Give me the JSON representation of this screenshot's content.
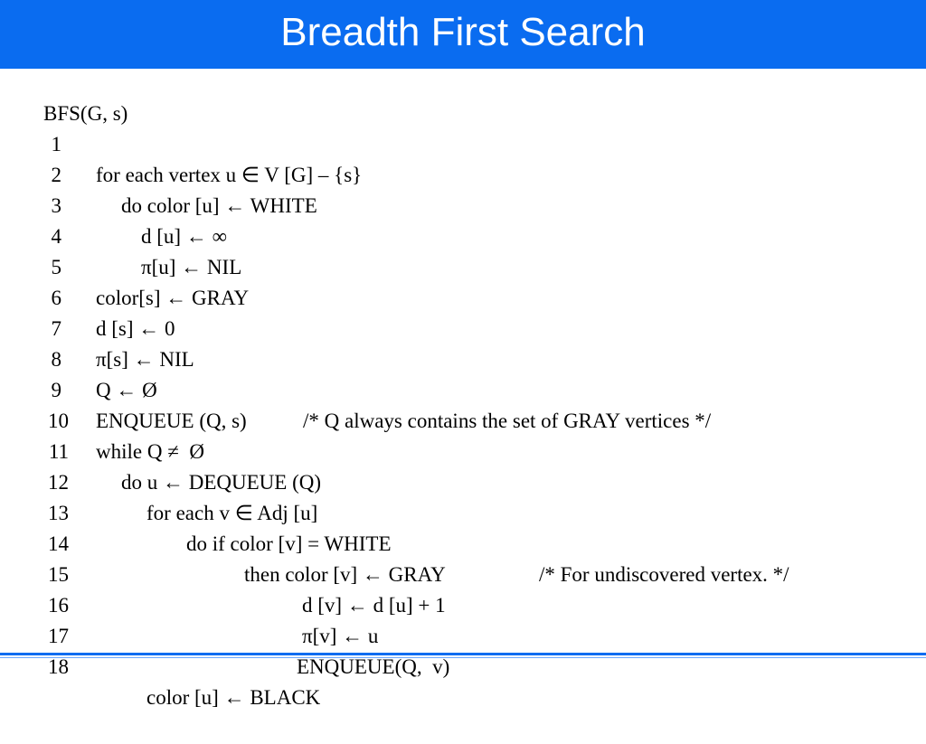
{
  "slide": {
    "title": "Breadth First Search",
    "colors": {
      "title_bar": "#0a6cf0",
      "title_text": "#ffffff",
      "rule": "#0a6cf0"
    }
  },
  "code": {
    "header": "BFS(G, s)",
    "lines": [
      {
        "num": "1",
        "text": "for each vertex u ∈ V [G] – {s}",
        "comment": ""
      },
      {
        "num": "2",
        "text": "do color [u] ← WHITE",
        "comment": ""
      },
      {
        "num": "3",
        "text": "d [u] ← ∞",
        "comment": ""
      },
      {
        "num": "4",
        "text": "π[u] ← NIL",
        "comment": ""
      },
      {
        "num": "5",
        "text": "color[s] ← GRAY",
        "comment": ""
      },
      {
        "num": "6",
        "text": "d [s] ← 0",
        "comment": ""
      },
      {
        "num": "7",
        "text": "π[s] ← NIL",
        "comment": ""
      },
      {
        "num": "8",
        "text": "Q ← Ø",
        "comment": "/* Q always contains the set of GRAY vertices */"
      },
      {
        "num": "9",
        "text": "ENQUEUE (Q, s)",
        "comment": ""
      },
      {
        "num": "10",
        "text": "while Q ≠  Ø",
        "comment": ""
      },
      {
        "num": "11",
        "text": "do u ← DEQUEUE (Q)",
        "comment": ""
      },
      {
        "num": "12",
        "text": "for each v ∈ Adj [u]",
        "comment": ""
      },
      {
        "num": "13",
        "text": "do if color [v] = WHITE",
        "comment": "/* For undiscovered vertex. */"
      },
      {
        "num": "14",
        "text": "then color [v] ← GRAY",
        "comment": ""
      },
      {
        "num": "15",
        "text": "d [v] ← d [u] + 1",
        "comment": ""
      },
      {
        "num": "16",
        "text": "π[v] ← u",
        "comment": ""
      },
      {
        "num": "17",
        "text": "ENQUEUE(Q,  v)",
        "comment": ""
      },
      {
        "num": "18",
        "text": "color [u] ← BLACK",
        "comment": ""
      }
    ]
  }
}
